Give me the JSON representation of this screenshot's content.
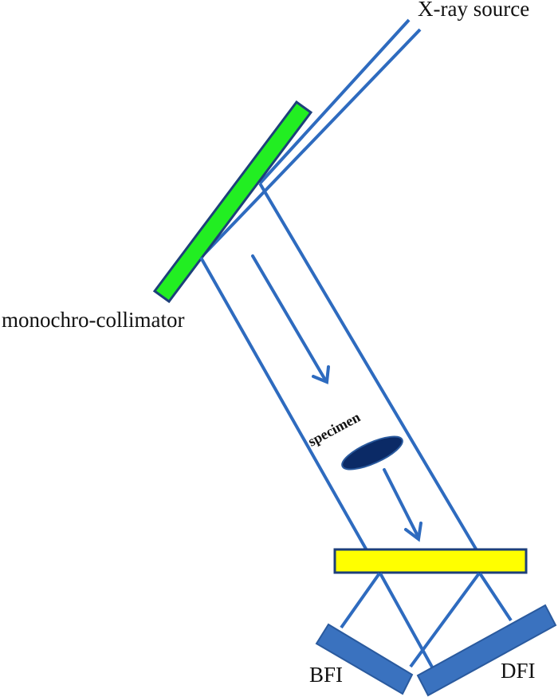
{
  "diagram": {
    "type": "X-ray dark-field imaging optical setup",
    "labels": {
      "source": "X-ray source",
      "monochromator": "monochro-collimator",
      "specimen": "specimen",
      "bfi": "BFI",
      "dfi": "DFI"
    },
    "colors": {
      "beam": "#2e6bbf",
      "monochromator_fill": "#22ee22",
      "monochromator_stroke": "#1d3f7a",
      "analyzer_fill": "#ffff00",
      "analyzer_stroke": "#1d3f7a",
      "detector_fill": "#3a72bf",
      "detector_stroke": "#2a5a9e",
      "specimen_fill": "#0b2a66",
      "text": "#111111"
    },
    "components": [
      {
        "id": "xray-source",
        "label": "X-ray source"
      },
      {
        "id": "monochro-collimator",
        "label": "monochro-collimator",
        "shape": "green tilted crystal"
      },
      {
        "id": "specimen",
        "label": "specimen",
        "shape": "dark blue ellipse"
      },
      {
        "id": "analyzer",
        "label": "",
        "shape": "yellow horizontal crystal"
      },
      {
        "id": "bfi-detector",
        "label": "BFI",
        "shape": "blue tilted rectangle"
      },
      {
        "id": "dfi-detector",
        "label": "DFI",
        "shape": "blue tilted rectangle"
      }
    ]
  }
}
